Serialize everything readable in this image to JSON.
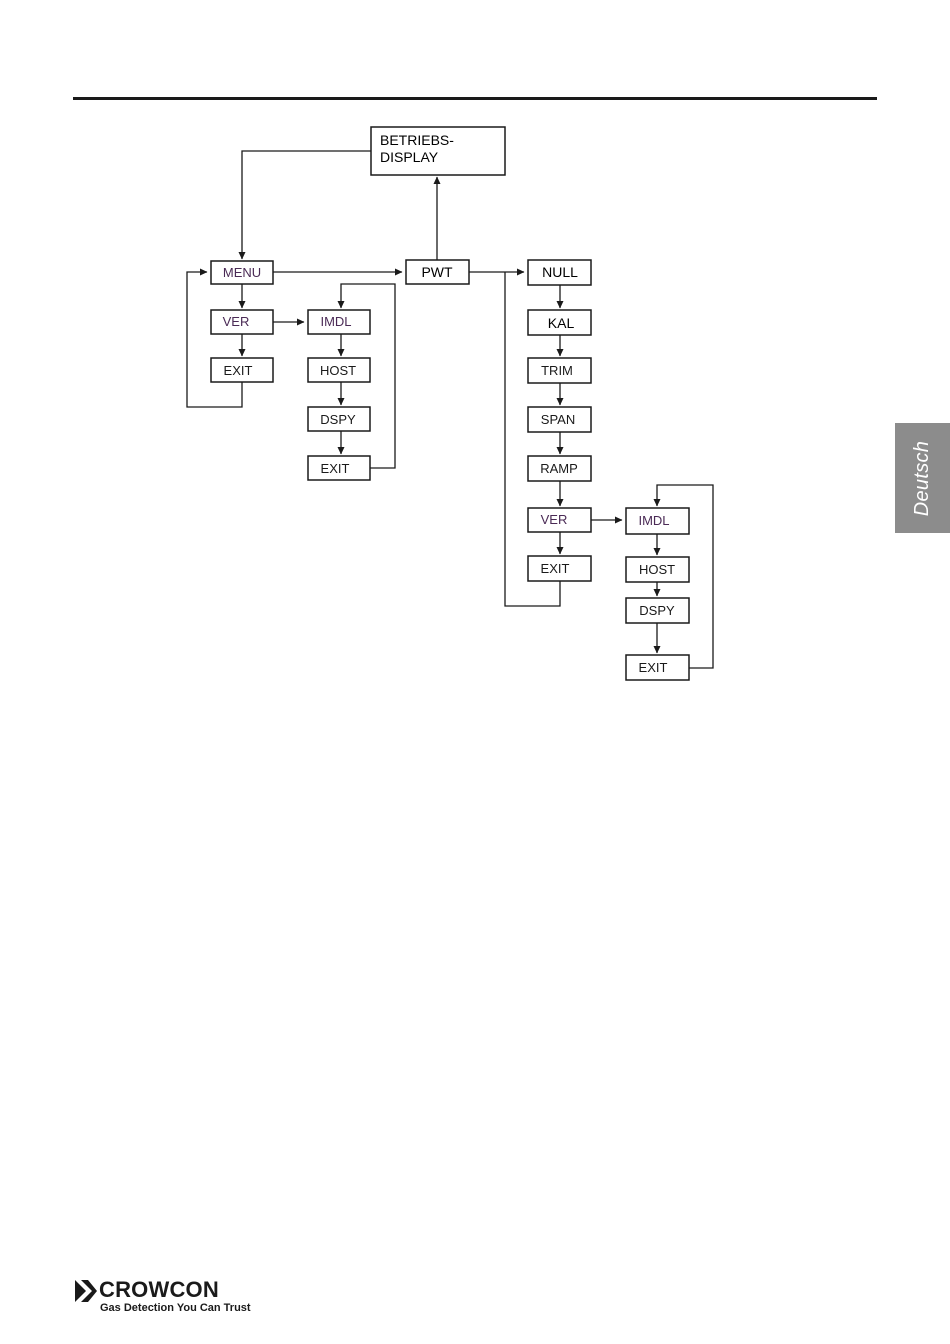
{
  "side_tab": {
    "label": "Deutsch"
  },
  "flowchart": {
    "betriebs_line1": "BETRIEBS-",
    "betriebs_line2": "DISPLAY",
    "menu": "MENU",
    "pwt": "PWT",
    "ver_left": "VER",
    "exit_left": "EXIT",
    "imdl_left": "IMDL",
    "host_left": "HOST",
    "dspy_left": "DSPY",
    "exit_left_sub": "EXIT",
    "null": "NULL",
    "kal": "KAL",
    "trim": "TRIM",
    "span": "SPAN",
    "ramp": "RAMP",
    "ver_right": "VER",
    "exit_right": "EXIT",
    "imdl_right": "IMDL",
    "host_right": "HOST",
    "dspy_right": "DSPY",
    "exit_right_sub": "EXIT"
  },
  "footer": {
    "brand": "CROWCON",
    "tagline": "Gas Detection You Can Trust"
  }
}
